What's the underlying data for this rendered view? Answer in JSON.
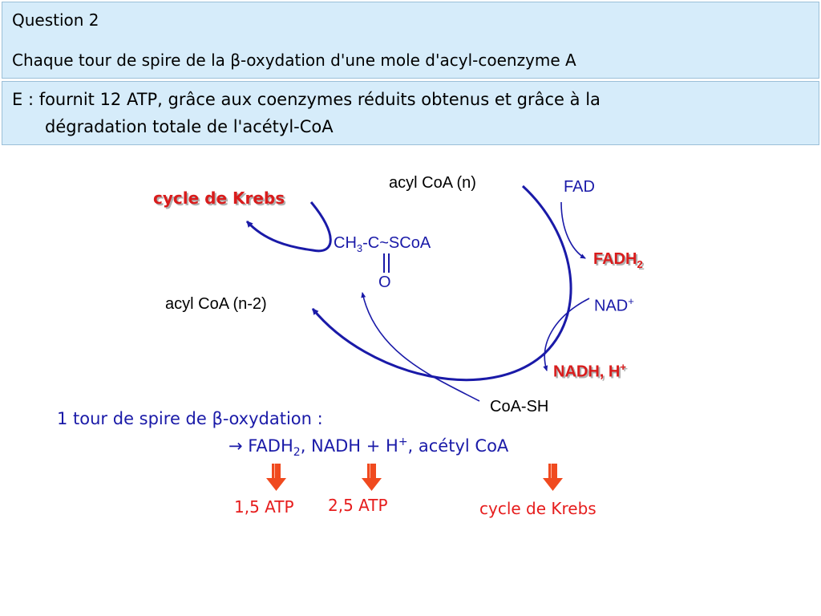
{
  "question": {
    "label": "Question 2",
    "text_pre": "Chaque tour de spire de la ",
    "beta": "β",
    "text_post": "-oxydation d'une mole d'acyl-coenzyme A"
  },
  "answer": {
    "line1": "E : fournit 12 ATP, grâce aux coenzymes réduits obtenus et grâce à la",
    "line2": "dégradation totale de l'acétyl-CoA"
  },
  "diagram": {
    "acyl_n": "acyl CoA (n)",
    "acyl_n2": "acyl CoA (n-2)",
    "krebs_top": "cycle de Krebs",
    "fad": "FAD",
    "fadh2_base": "FADH",
    "fadh2_sub": "2",
    "nad_base": "NAD",
    "nad_sup": "+",
    "nadh_base": "NADH, H",
    "nadh_sup": "+",
    "coash": "CoA-SH",
    "acetyl_ch": "CH",
    "acetyl_sub3": "3",
    "acetyl_dash": "-C",
    "acetyl_tilde": "~",
    "acetyl_scoa": "SCoA",
    "acetyl_o": "O"
  },
  "summary": {
    "line1_pre": "1 tour de spire de ",
    "beta": "β",
    "line1_post": "-oxydation :",
    "arrow": "→",
    "fadh_base": " FADH",
    "fadh_sub": "2",
    "nadh_part": ", NADH + H",
    "plus_sup": "+",
    "acetyl_part": ", acétyl CoA"
  },
  "yields": {
    "atp1": "1,5 ATP",
    "atp2": "2,5 ATP",
    "krebs": "cycle de Krebs"
  },
  "colors": {
    "box": "#d6ecfa",
    "blue": "#1a1aa8",
    "red": "#d91c1c",
    "orange_arrow": "#f04a1f"
  }
}
